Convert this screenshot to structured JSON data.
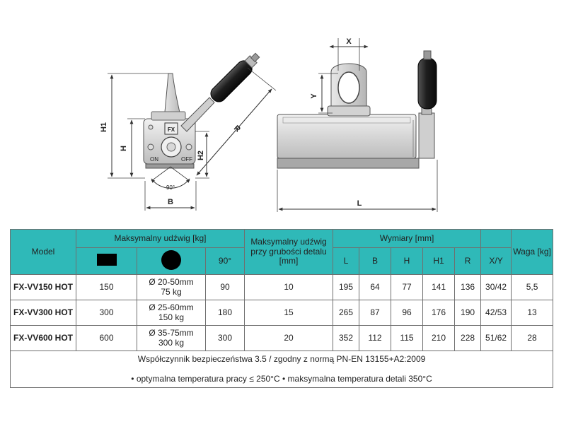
{
  "drawing": {
    "labels": {
      "h1": "H1",
      "h": "H",
      "h2": "H2",
      "b": "B",
      "r": "R",
      "angle": "90°",
      "x": "X",
      "y": "Y",
      "l": "L",
      "logo": "FX",
      "on": "ON",
      "off": "OFF"
    }
  },
  "table": {
    "headers": {
      "model": "Model",
      "max_capacity": "Maksymalny udźwig [kg]",
      "deg90": "90°",
      "max_capacity_thickness": "Maksymalny udźwig przy grubości detalu [mm]",
      "dimensions": "Wymiary [mm]",
      "L": "L",
      "B": "B",
      "H": "H",
      "H1": "H1",
      "R": "R",
      "XY": "X/Y",
      "weight": "Waga [kg]"
    },
    "rows": [
      {
        "model": "FX-VV150 HOT",
        "flat": "150",
        "round_dia": "Ø 20-50mm",
        "round_kg": "75 kg",
        "deg90": "90",
        "thickness": "10",
        "L": "195",
        "B": "64",
        "H": "77",
        "H1": "141",
        "R": "136",
        "XY": "30/42",
        "weight": "5,5"
      },
      {
        "model": "FX-VV300 HOT",
        "flat": "300",
        "round_dia": "Ø 25-60mm",
        "round_kg": "150 kg",
        "deg90": "180",
        "thickness": "15",
        "L": "265",
        "B": "87",
        "H": "96",
        "H1": "176",
        "R": "190",
        "XY": "42/53",
        "weight": "13"
      },
      {
        "model": "FX-VV600 HOT",
        "flat": "600",
        "round_dia": "Ø 35-75mm",
        "round_kg": "300 kg",
        "deg90": "300",
        "thickness": "20",
        "L": "352",
        "B": "112",
        "H": "115",
        "H1": "210",
        "R": "228",
        "XY": "51/62",
        "weight": "28"
      }
    ],
    "footer": {
      "line1": "Współczynnik bezpieczeństwa 3.5 / zgodny z normą PN-EN 13155+A2:2009",
      "line2": "• optymalna temperatura pracy ≤ 250°C • maksymalna temperatura detali 350°C"
    }
  },
  "colors": {
    "header": "#2fb9b8",
    "grid": "#6f6f6f"
  }
}
